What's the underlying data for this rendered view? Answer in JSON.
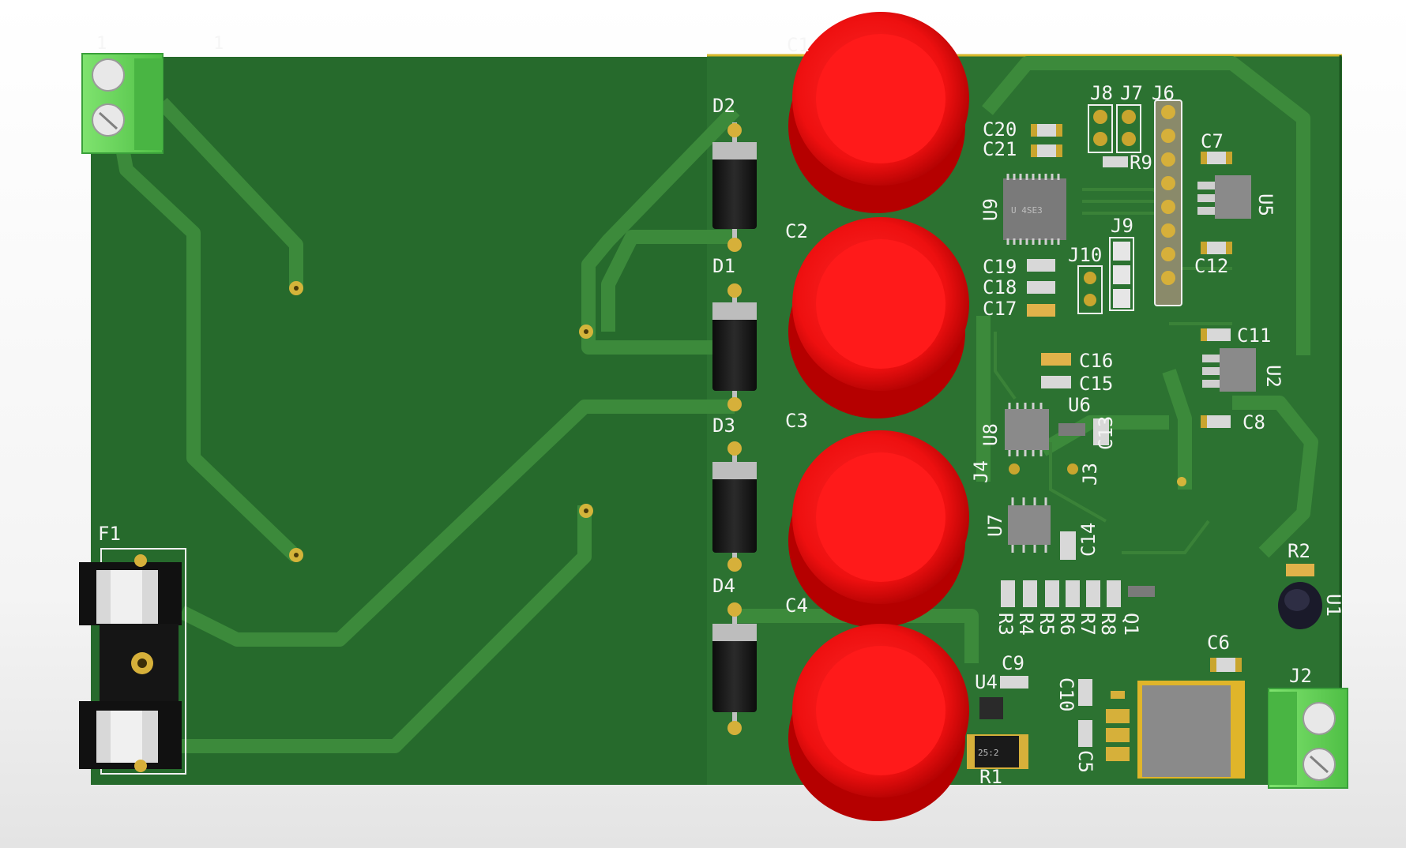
{
  "viewer": {
    "title": "PCB 3D view",
    "board_color": "#2a6a2f",
    "trace_color": "#3f8a3a",
    "silkscreen_color": "#f5f5f5",
    "capacitor_color": "#ff1616"
  },
  "top_edge_marks": {
    "left": "1",
    "right": "1"
  },
  "connectors": {
    "left": {
      "label": ""
    },
    "right": {
      "label": "J2"
    }
  },
  "fuse": {
    "label": "F1"
  },
  "diodes": [
    {
      "label": "D2"
    },
    {
      "label": "D1"
    },
    {
      "label": "D3"
    },
    {
      "label": "D4"
    }
  ],
  "capacitors": [
    {
      "label": "C1"
    },
    {
      "label": "C2"
    },
    {
      "label": "C3"
    },
    {
      "label": "C4"
    }
  ],
  "designators": {
    "J8": "J8",
    "J7": "J7",
    "J6": "J6",
    "C20": "C20",
    "C21": "C21",
    "R9": "R9",
    "U9": "U9",
    "U5": "U5",
    "C7": "C7",
    "C12": "C12",
    "J9": "J9",
    "J10": "J10",
    "C19": "C19",
    "C18": "C18",
    "C17": "C17",
    "C16": "C16",
    "C15": "C15",
    "C11": "C11",
    "U2": "U2",
    "C8": "C8",
    "U6": "U6",
    "U8": "U8",
    "C13": "C13",
    "J4": "J4",
    "J3": "J3",
    "U7": "U7",
    "C14": "C14",
    "R2": "R2",
    "U1": "U1",
    "R3": "R3",
    "R4": "R4",
    "R5": "R5",
    "R6": "R6",
    "R7": "R7",
    "R8": "R8",
    "Q1": "Q1",
    "C6": "C6",
    "C9": "C9",
    "U4": "U4",
    "C10": "C10",
    "C5": "C5",
    "R1": "R1"
  },
  "resistor_r1_code": "25:2",
  "chip_u9_marking": "U 4SE3"
}
